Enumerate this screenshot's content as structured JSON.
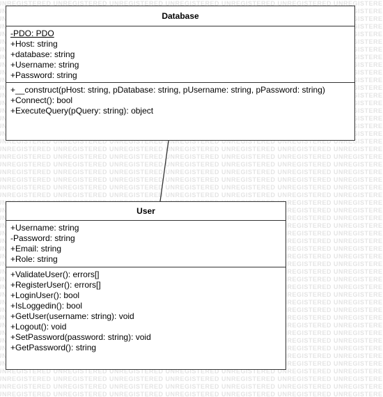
{
  "watermark_text": "UNREGISTERED",
  "classes": {
    "database": {
      "name": "Database",
      "attributes": [
        {
          "text": "-PDO: PDO",
          "static": true
        },
        {
          "text": "+Host: string",
          "static": false
        },
        {
          "text": "+database: string",
          "static": false
        },
        {
          "text": "+Username: string",
          "static": false
        },
        {
          "text": "+Password: string",
          "static": false
        }
      ],
      "operations": [
        {
          "text": "+__construct(pHost: string, pDatabase: string, pUsername: string, pPassword: string)"
        },
        {
          "text": "+Connect(): bool"
        },
        {
          "text": "+ExecuteQuery(pQuery: string): object"
        }
      ]
    },
    "user": {
      "name": "User",
      "attributes": [
        {
          "text": "+Username: string",
          "static": false
        },
        {
          "text": "-Password: string",
          "static": false
        },
        {
          "text": "+Email: string",
          "static": false
        },
        {
          "text": "+Role: string",
          "static": false
        }
      ],
      "operations": [
        {
          "text": "+ValidateUser(): errors[]"
        },
        {
          "text": "+RegisterUser(): errors[]"
        },
        {
          "text": "+LoginUser(): bool"
        },
        {
          "text": "+IsLoggedin(): bool"
        },
        {
          "text": "+GetUser(username: string): void"
        },
        {
          "text": "+Logout(): void"
        },
        {
          "text": "+SetPassword(password: string): void"
        },
        {
          "text": "+GetPassword(): string"
        }
      ]
    }
  },
  "colors": {
    "border": "#333333",
    "watermark": "#e4e4e4",
    "background": "#ffffff"
  }
}
